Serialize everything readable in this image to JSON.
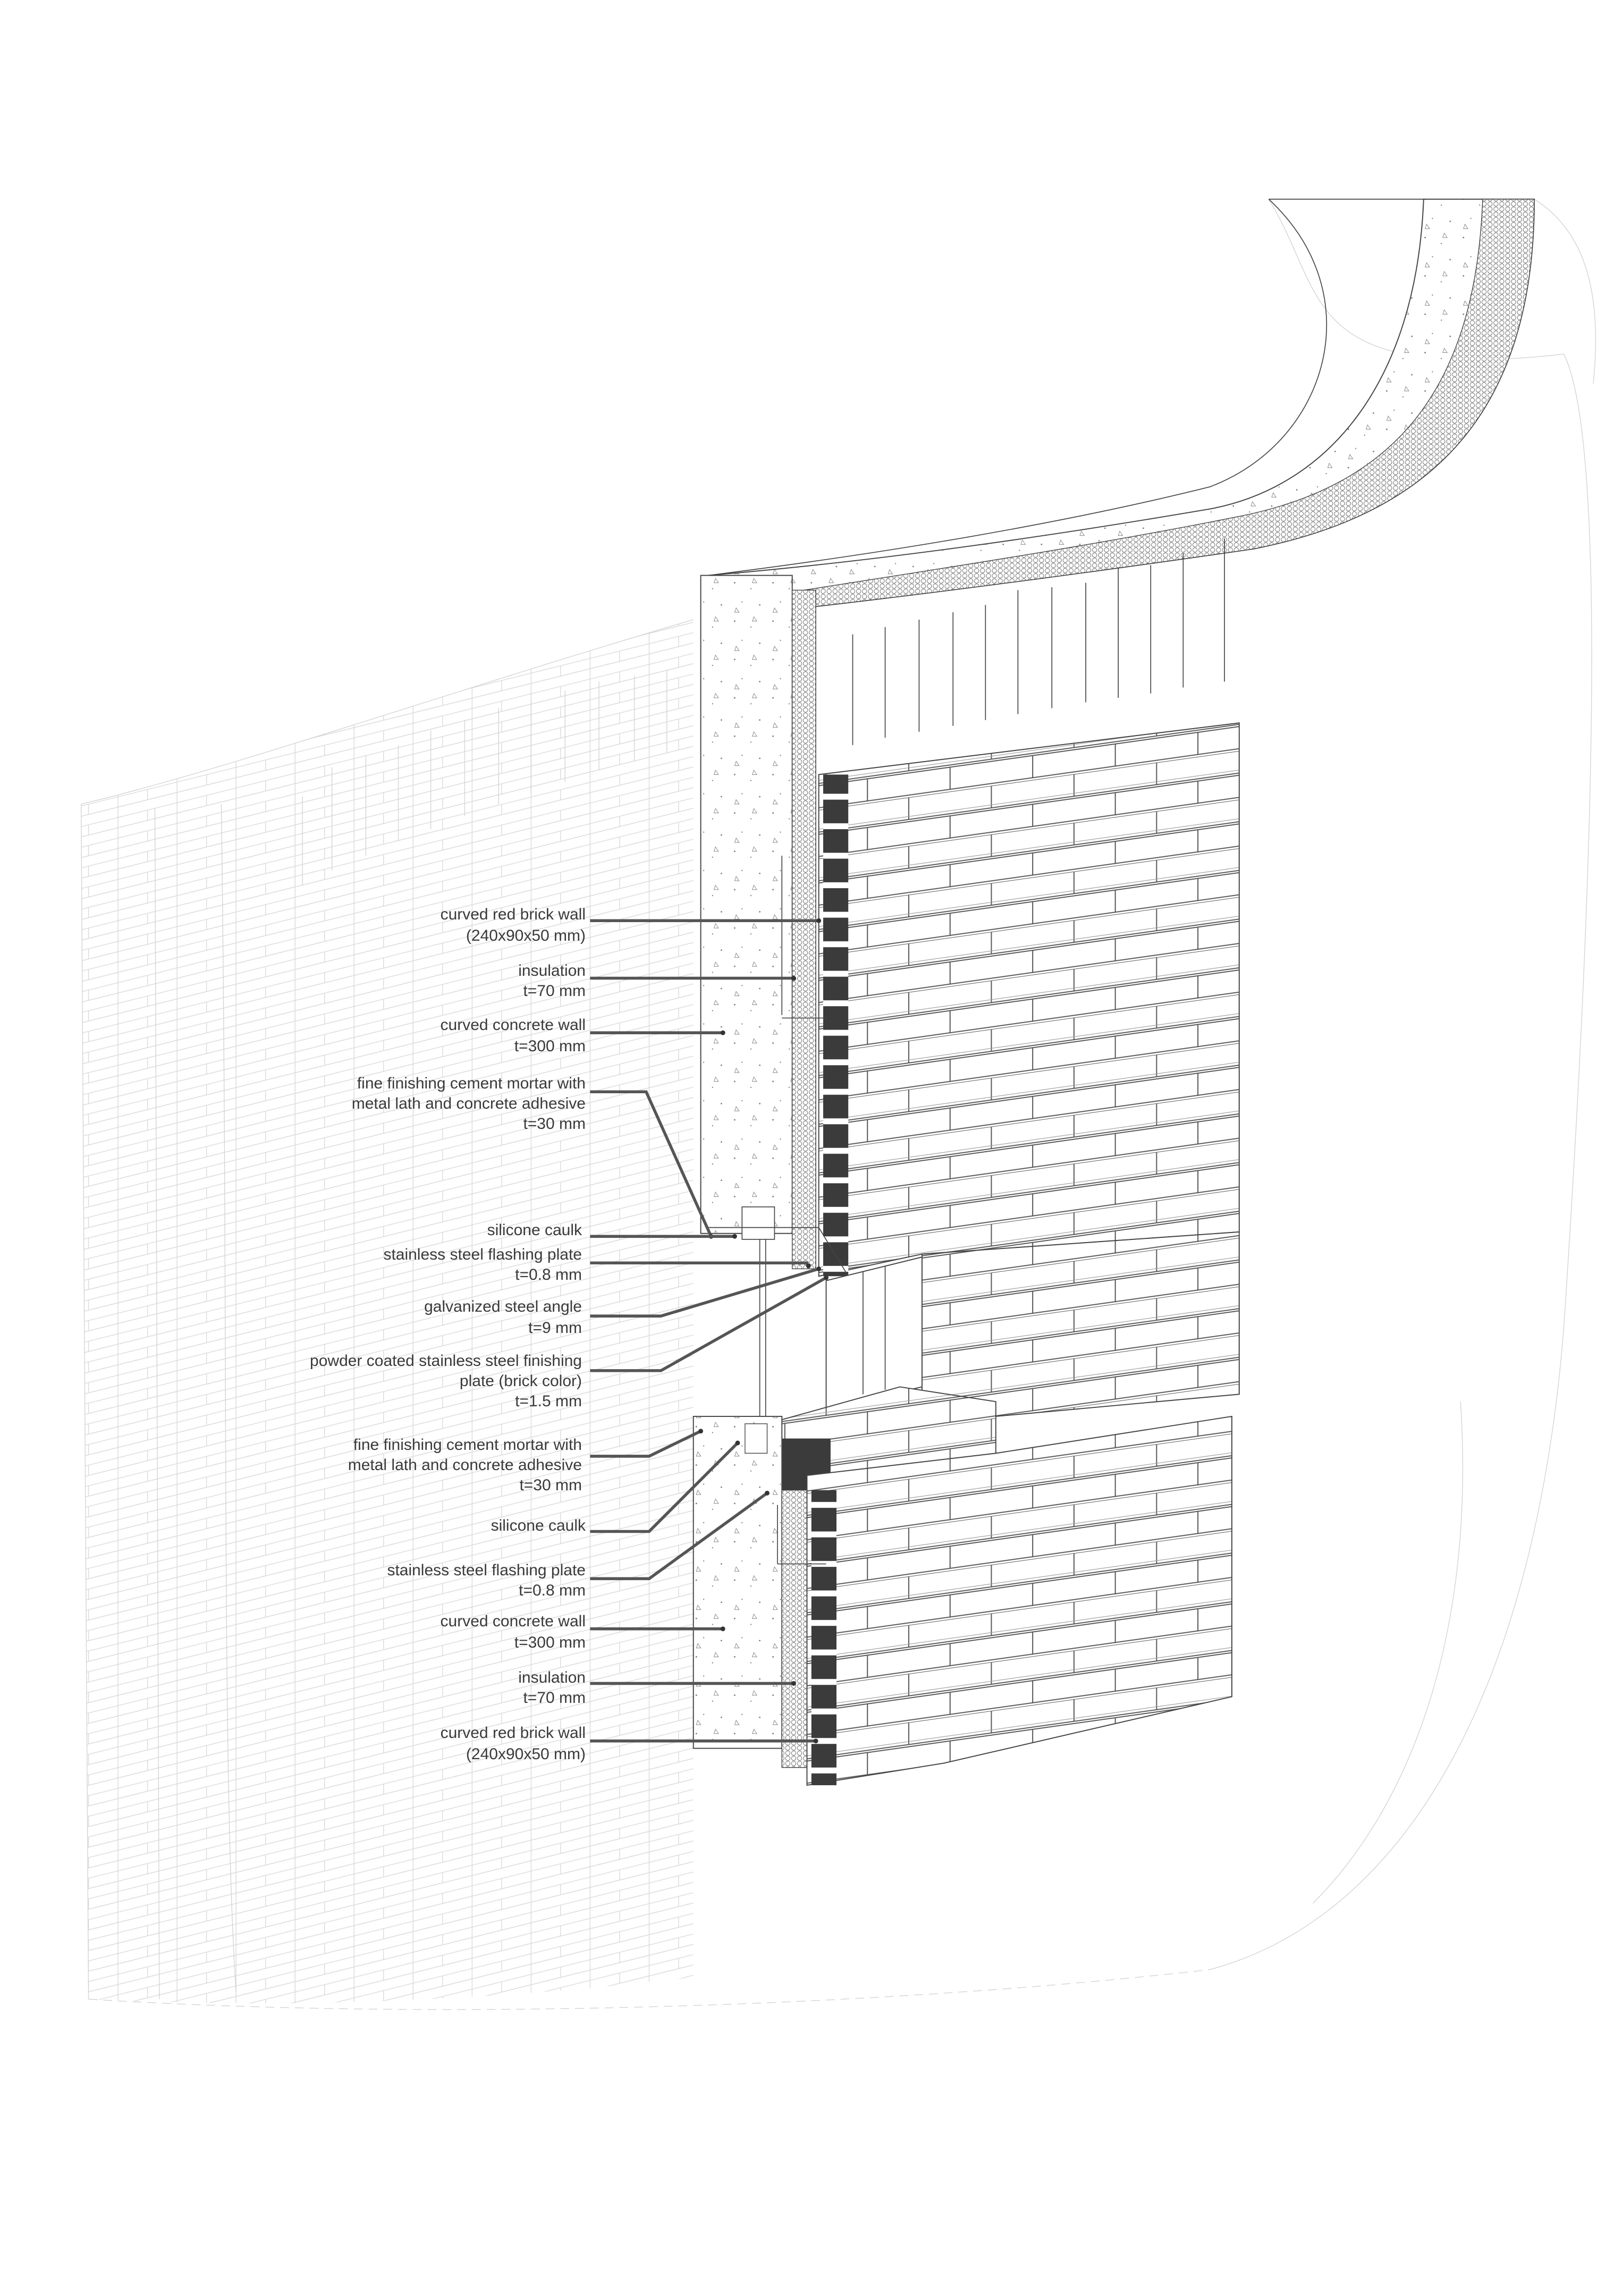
{
  "colors": {
    "ink": "#3a3a3a",
    "brick_end": "#3b3b3b",
    "ghost": "#d4d4d4",
    "background": "#ffffff"
  },
  "labels_upper": [
    {
      "lines": [
        "curved red brick wall",
        "(240x90x50 mm)"
      ]
    },
    {
      "lines": [
        "insulation",
        "t=70 mm"
      ]
    },
    {
      "lines": [
        "curved concrete wall",
        "t=300 mm"
      ]
    },
    {
      "lines": [
        "fine finishing cement mortar with",
        "metal lath and concrete adhesive",
        "t=30 mm"
      ]
    },
    {
      "lines": [
        "silicone caulk"
      ]
    },
    {
      "lines": [
        "stainless steel flashing plate",
        "t=0.8 mm"
      ]
    },
    {
      "lines": [
        "galvanized steel angle",
        "t=9 mm"
      ]
    },
    {
      "lines": [
        "powder coated stainless steel finishing",
        "plate (brick color)",
        "t=1.5 mm"
      ]
    }
  ],
  "labels_lower": [
    {
      "lines": [
        "fine finishing cement mortar with",
        "metal lath and concrete adhesive",
        "t=30 mm"
      ]
    },
    {
      "lines": [
        "silicone caulk"
      ]
    },
    {
      "lines": [
        "stainless steel flashing plate",
        "t=0.8 mm"
      ]
    },
    {
      "lines": [
        "curved concrete wall",
        "t=300 mm"
      ]
    },
    {
      "lines": [
        "insulation",
        "t=70 mm"
      ]
    },
    {
      "lines": [
        "curved red brick wall",
        "(240x90x50 mm)"
      ]
    }
  ]
}
